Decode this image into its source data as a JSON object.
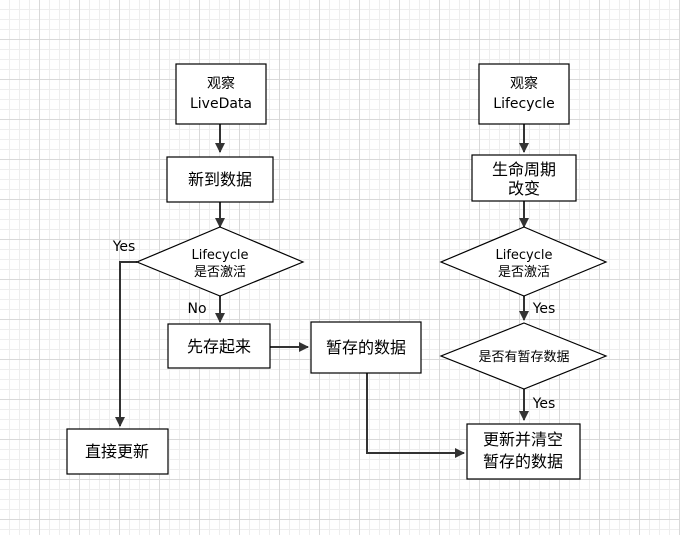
{
  "left_flow": {
    "observe_box": {
      "line1": "观察",
      "line2": "LiveData"
    },
    "new_data_box": "新到数据",
    "decision": {
      "line1": "Lifecycle",
      "line2": "是否激活"
    },
    "yes_label": "Yes",
    "no_label": "No",
    "store_box": "先存起来",
    "temp_data_box": "暂存的数据",
    "update_box": "直接更新"
  },
  "right_flow": {
    "observe_box": {
      "line1": "观察",
      "line2": "Lifecycle"
    },
    "lifecycle_change_box": {
      "line1": "生命周期",
      "line2": "改变"
    },
    "decision": {
      "line1": "Lifecycle",
      "line2": "是否激活"
    },
    "yes_label_1": "Yes",
    "temp_check_decision": "是否有暂存数据",
    "yes_label_2": "Yes",
    "update_clear_box": {
      "line1": "更新并清空",
      "line2": "暂存的数据"
    }
  },
  "colors": {
    "stroke": "#000000",
    "fill": "#ffffff",
    "arrow": "#333333"
  }
}
